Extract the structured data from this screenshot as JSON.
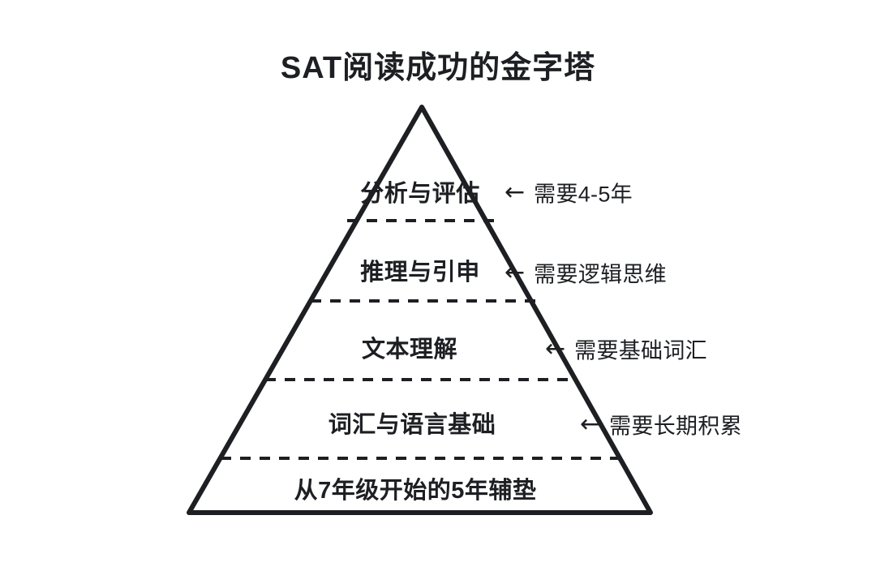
{
  "title": "SAT阅读成功的金字塔",
  "theme": {
    "background": "#ffffff",
    "ink": "#1d1f23",
    "stroke": "#1d1f23"
  },
  "pyramid": {
    "levels": [
      {
        "label": "分析与评估",
        "annotation": "需要4-5年",
        "arrow_icon": "left-arrow-icon",
        "arrow_glyph": "←"
      },
      {
        "label": "推理与引申",
        "annotation": "需要逻辑思维",
        "arrow_icon": "left-arrow-icon",
        "arrow_glyph": "←"
      },
      {
        "label": "文本理解",
        "annotation": "需要基础词汇",
        "arrow_icon": "left-arrow-icon",
        "arrow_glyph": "←"
      },
      {
        "label": "词汇与语言基础",
        "annotation": "需要长期积累",
        "arrow_icon": "left-arrow-icon",
        "arrow_glyph": "←"
      }
    ],
    "base": {
      "label": "从7年级开始的5年辅垫"
    }
  },
  "chart_data": {
    "type": "pyramid",
    "title": "SAT阅读成功的金字塔",
    "orientation": "apex-up",
    "levels": [
      {
        "rank": 1,
        "label": "分析与评估",
        "note": "需要4-5年"
      },
      {
        "rank": 2,
        "label": "推理与引申",
        "note": "需要逻辑思维"
      },
      {
        "rank": 3,
        "label": "文本理解",
        "note": "需要基础词汇"
      },
      {
        "rank": 4,
        "label": "词汇与语言基础",
        "note": "需要长期积累"
      },
      {
        "rank": 5,
        "label": "从7年级开始的5年辅垫",
        "note": ""
      }
    ],
    "legend": "none",
    "grid": false
  }
}
